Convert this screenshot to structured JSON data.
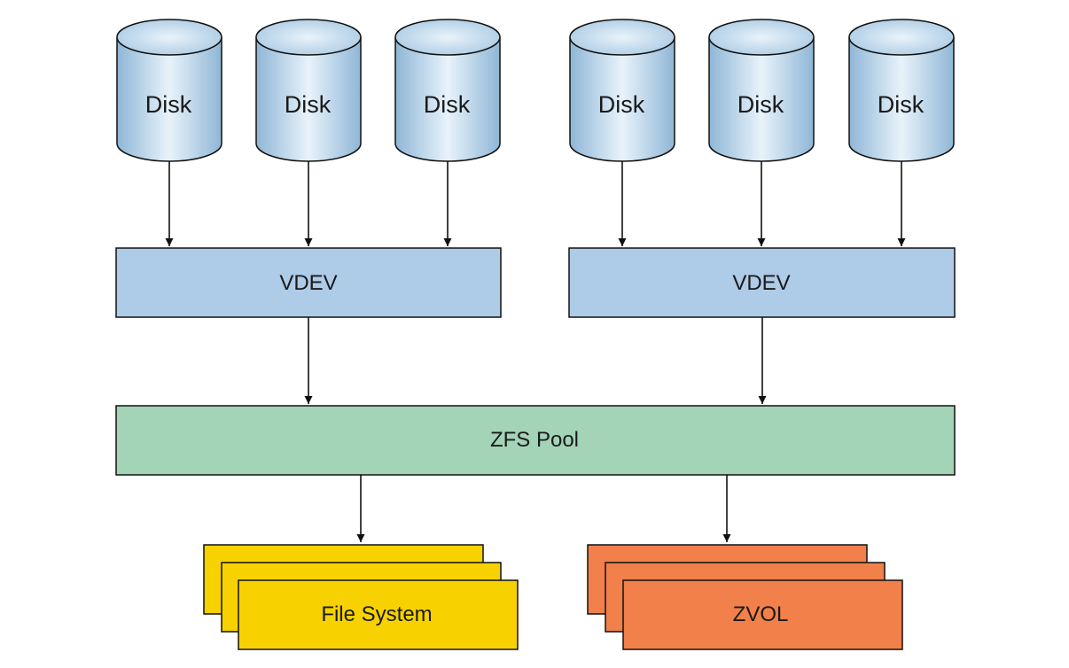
{
  "disks": [
    "Disk",
    "Disk",
    "Disk",
    "Disk",
    "Disk",
    "Disk"
  ],
  "vdevs": [
    "VDEV",
    "VDEV"
  ],
  "pool": "ZFS Pool",
  "datasets": [
    "File System",
    "ZVOL"
  ],
  "colors": {
    "disk_light": "#e8f3fb",
    "disk_dark": "#8fb6d6",
    "vdev": "#aecbe8",
    "pool": "#a3d4b7",
    "file_system": "#f7d200",
    "zvol": "#f1804a",
    "stroke": "#111111"
  }
}
